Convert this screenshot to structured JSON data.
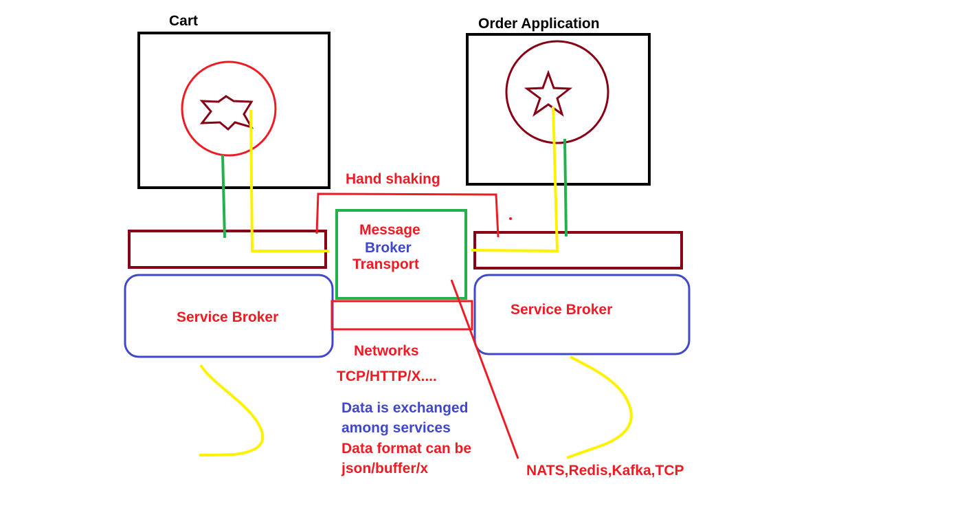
{
  "titles": {
    "cart": "Cart",
    "order_application": "Order Application"
  },
  "labels": {
    "hand_shaking": "Hand shaking",
    "message": "Message",
    "broker": "Broker",
    "transport": "Transport",
    "service_broker_left": "Service Broker",
    "service_broker_right": "Service Broker",
    "networks": "Networks",
    "protocols": "TCP/HTTP/X....",
    "data_line1": "Data is exchanged",
    "data_line2": "among services",
    "format_line1": "Data format can be",
    "format_line2": "json/buffer/x",
    "transports": "NATS,Redis,Kafka,TCP"
  },
  "icons": {
    "cart_service": "six-point-star-icon",
    "order_service": "five-point-star-icon"
  },
  "colors": {
    "black": "#000000",
    "red": "#ed1c24",
    "dark_red": "#880015",
    "green": "#22b14c",
    "yellow": "#fff200",
    "blue": "#3f48cc"
  }
}
